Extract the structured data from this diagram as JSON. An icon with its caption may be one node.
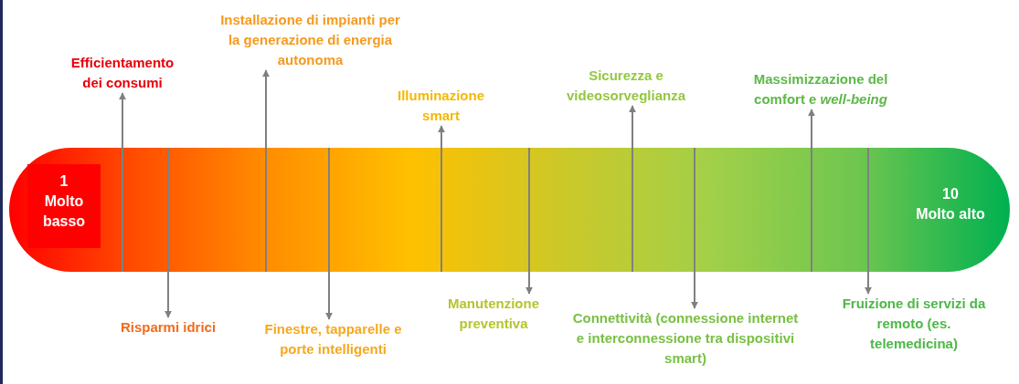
{
  "diagram": {
    "nodes": [
      {
        "text": [],
        "shape": "bar"
      },
      {
        "text": [
          "1",
          "Molto basso"
        ],
        "in": 0
      },
      {
        "text": [
          "10",
          "Molto alto"
        ],
        "in": 0
      },
      {
        "text": [
          "Efficientamento dei consumi"
        ]
      },
      {
        "text": [
          "Risparmi idrici"
        ]
      },
      {
        "text": [
          "Installazione di impianti per la generazione di energia autonoma"
        ]
      },
      {
        "text": [
          "Finestre, tapparelle e porte intelligenti"
        ]
      },
      {
        "text": [
          "Illuminazione smart"
        ]
      },
      {
        "text": [
          "Manutenzione preventiva"
        ]
      },
      {
        "text": [
          "Sicurezza e videosorveglianza"
        ]
      },
      {
        "text": [
          "Connettività (connessione internet e interconnessione tra dispositivi smart)"
        ]
      },
      {
        "text": [
          "Massimizzazione del comfort e *well-being*"
        ]
      },
      {
        "text": [
          "Fruizione di servizi da remoto (es. telemedicina)"
        ]
      }
    ],
    "edges": [
      {
        "from": 0,
        "to": 3,
        "arrow": "to"
      },
      {
        "from": 0,
        "to": 4,
        "arrow": "to"
      },
      {
        "from": 0,
        "to": 5,
        "arrow": "to"
      },
      {
        "from": 0,
        "to": 6,
        "arrow": "to"
      },
      {
        "from": 0,
        "to": 7,
        "arrow": "to"
      },
      {
        "from": 0,
        "to": 8,
        "arrow": "to"
      },
      {
        "from": 0,
        "to": 9,
        "arrow": "to"
      },
      {
        "from": 0,
        "to": 10,
        "arrow": "to"
      },
      {
        "from": 0,
        "to": 11,
        "arrow": "to"
      },
      {
        "from": 0,
        "to": 12,
        "arrow": "to"
      }
    ]
  }
}
